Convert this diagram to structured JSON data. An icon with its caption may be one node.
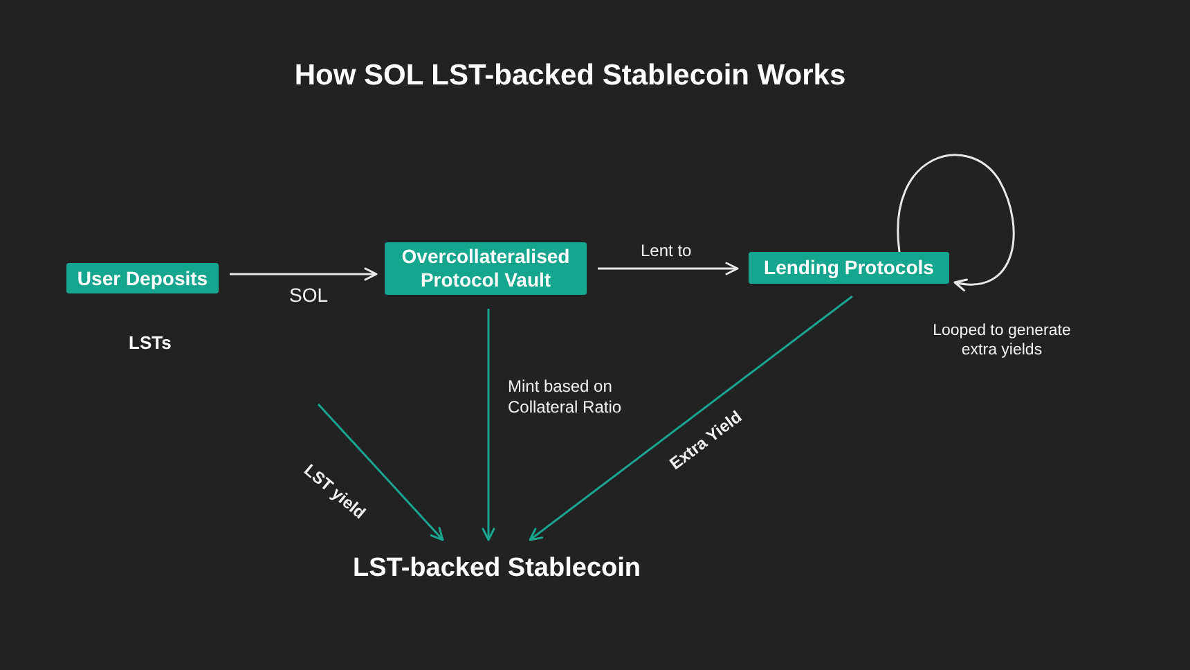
{
  "diagram": {
    "title": "How SOL LST-backed Stablecoin Works",
    "nodes": [
      {
        "text": [
          "User Deposits"
        ]
      },
      {
        "text": [
          "Overcollateralised Protocol Vault"
        ]
      },
      {
        "text": [
          "Lending Protocols"
        ]
      },
      {
        "text": [
          "LST-backed Stablecoin"
        ]
      }
    ],
    "edges": [
      {
        "from": 0,
        "to": 1,
        "arrow": "to",
        "label": "SOL"
      },
      {
        "from": 1,
        "to": 2,
        "arrow": "to",
        "label": "Lent to"
      },
      {
        "from": 2,
        "to": 2,
        "arrow": "to",
        "label": "Looped to generate extra yields"
      },
      {
        "from": 1,
        "to": 3,
        "arrow": "to",
        "label": "Mint based on Collateral Ratio",
        "color": "#1aa58f"
      },
      {
        "from": 2,
        "to": 3,
        "arrow": "to",
        "label": "Extra Yield",
        "color": "#1aa58f"
      },
      {
        "from": null,
        "to": 3,
        "arrow": "to",
        "label": "LST yield",
        "color": "#1aa58f"
      }
    ],
    "labels": [
      "LSTs"
    ]
  }
}
